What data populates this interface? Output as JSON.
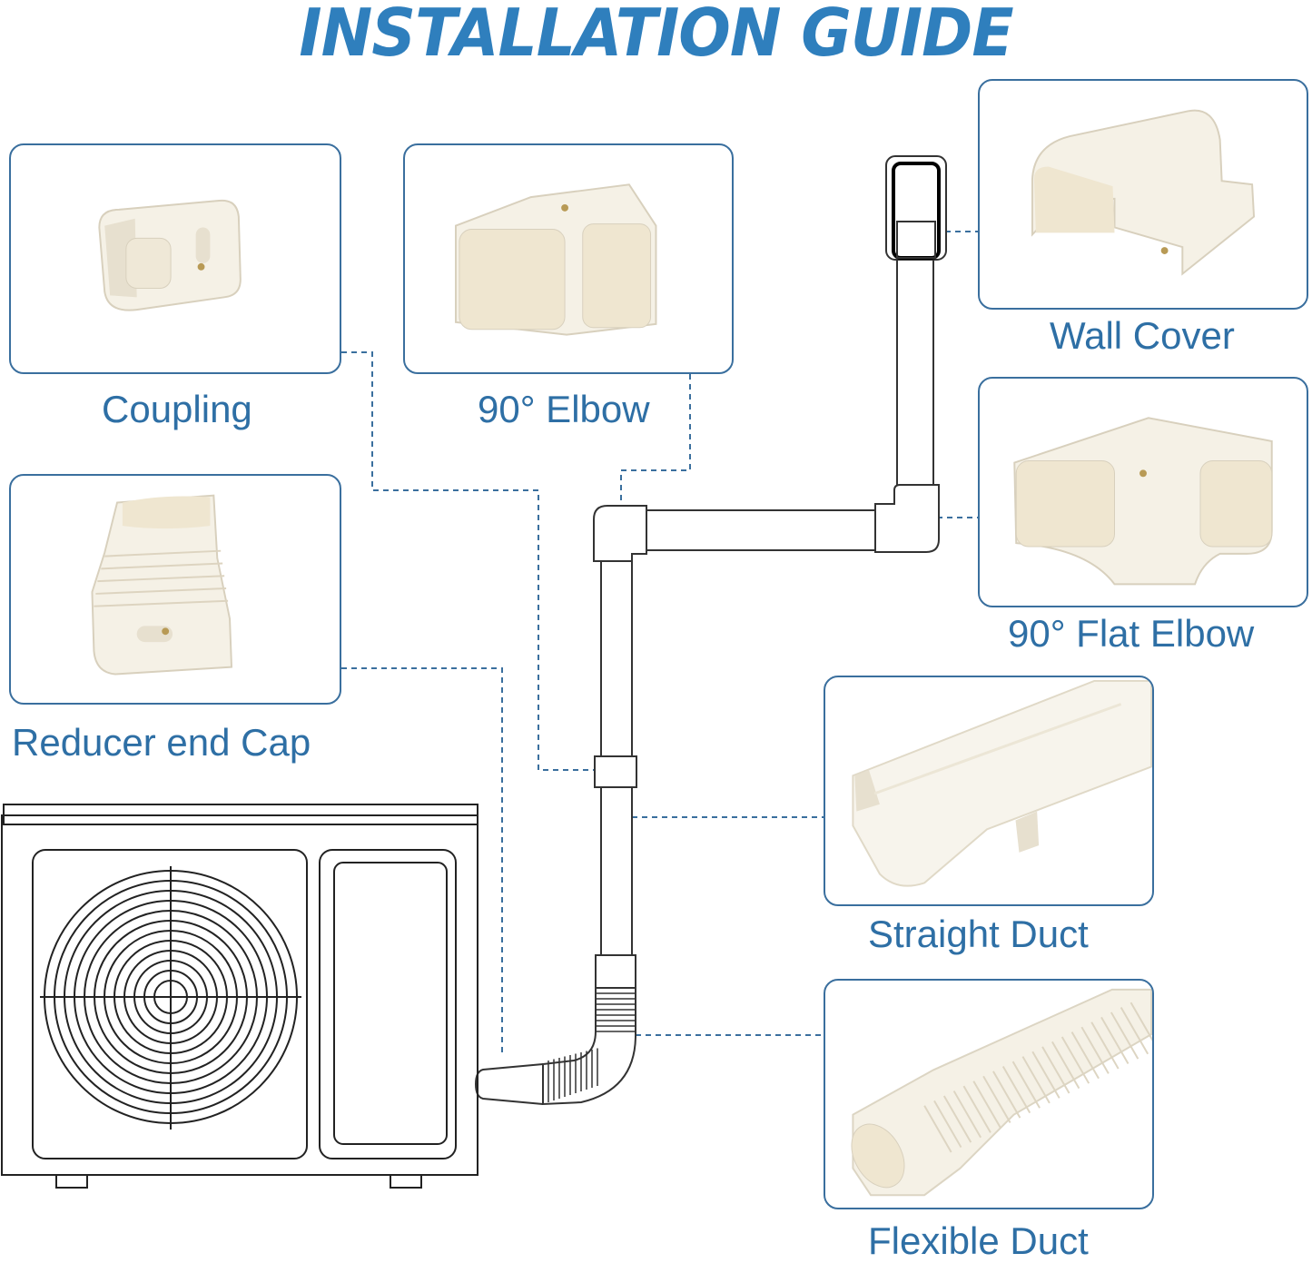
{
  "title": "INSTALLATION GUIDE",
  "colors": {
    "title": "#2f7fbd",
    "label": "#2e6fa5",
    "box_border": "#3a6f9e",
    "part_fill": "#f5f1e6",
    "part_shadow": "#e2dccb"
  },
  "parts": [
    {
      "id": "coupling",
      "label": "Coupling",
      "icon": "coupling-icon"
    },
    {
      "id": "elbow-90",
      "label": "90° Elbow",
      "icon": "elbow-90-icon"
    },
    {
      "id": "wall-cover",
      "label": "Wall Cover",
      "icon": "wall-cover-icon"
    },
    {
      "id": "flat-elbow-90",
      "label": "90° Flat Elbow",
      "icon": "flat-elbow-icon"
    },
    {
      "id": "reducer-end-cap",
      "label": "Reducer end Cap",
      "icon": "reducer-end-cap-icon"
    },
    {
      "id": "straight-duct",
      "label": "Straight Duct",
      "icon": "straight-duct-icon"
    },
    {
      "id": "flexible-duct",
      "label": "Flexible Duct",
      "icon": "flexible-duct-icon"
    }
  ],
  "illustration": {
    "unit": "outdoor-ac-unit-icon"
  }
}
